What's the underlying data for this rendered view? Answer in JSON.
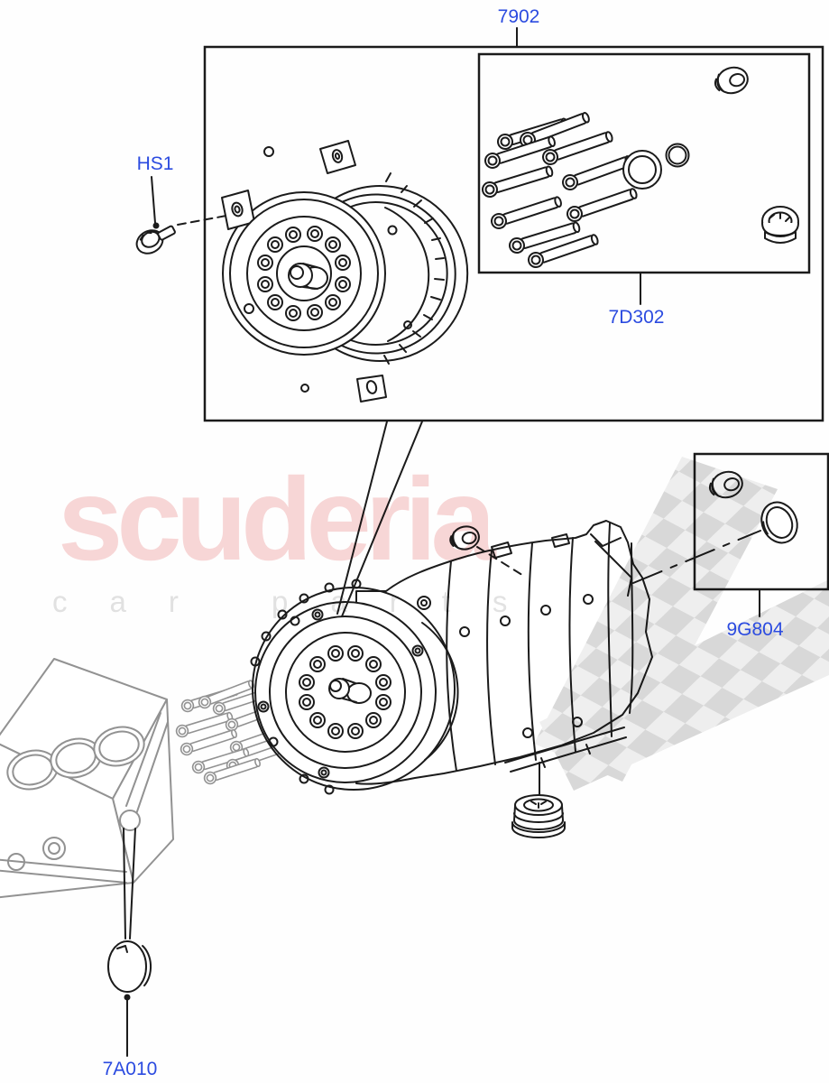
{
  "callouts": {
    "assembly": "7902",
    "bolt_kit": "7D302",
    "hs_bolt": "HS1",
    "seal_kit": "9G804",
    "block_plug": "7A010"
  },
  "watermark": {
    "brand": "scuderia",
    "tagline": "car parts"
  },
  "colors": {
    "label_blue": "#2b4be0",
    "line_black": "#1b1b1b",
    "block_grey": "#929292",
    "watermark_pink": "#f8d7d7",
    "watermark_grey": "#e2e2e2",
    "flag_grey_dark": "#d9d9d9",
    "flag_grey_light": "#efefef",
    "background": "#fefefe"
  }
}
